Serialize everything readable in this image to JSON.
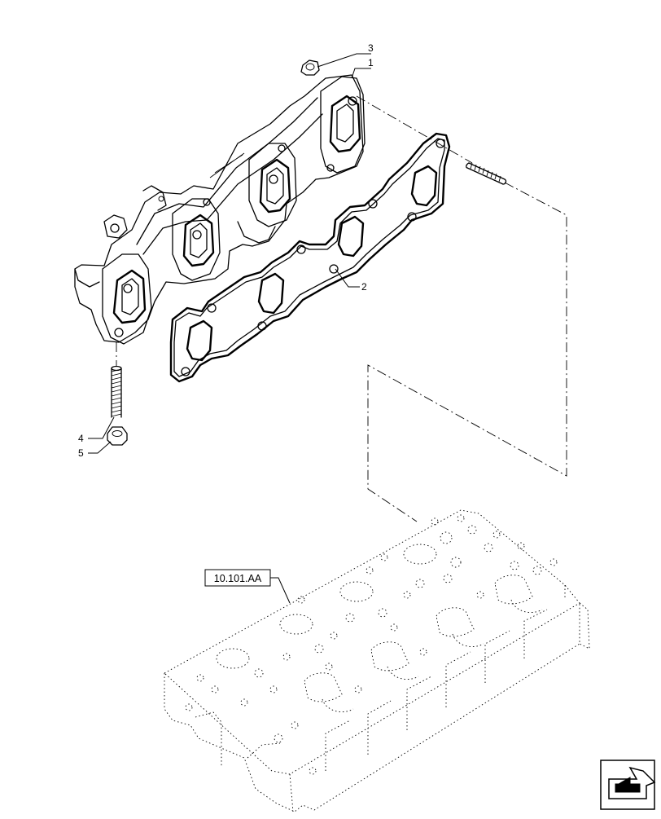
{
  "callouts": [
    {
      "id": "3",
      "label": "3"
    },
    {
      "id": "1",
      "label": "1"
    },
    {
      "id": "2",
      "label": "2"
    },
    {
      "id": "4",
      "label": "4"
    },
    {
      "id": "5",
      "label": "5"
    }
  ],
  "reference": {
    "label": "10.101.AA"
  },
  "nav": {
    "icon": "next-page-arrow-icon"
  }
}
